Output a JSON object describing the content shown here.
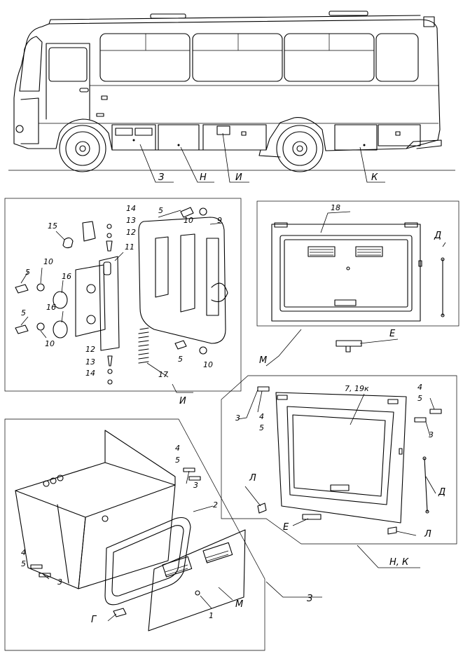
{
  "bus_callouts": {
    "z": "З",
    "n": "Н",
    "i": "И",
    "k": "К"
  },
  "panel_i_parts": {
    "p5a": "5",
    "p10a": "10",
    "p9": "9",
    "p14a": "14",
    "p13a": "13",
    "p12a": "12",
    "p11": "11",
    "p15": "15",
    "p10b": "10",
    "p5b": "5",
    "p16a": "16",
    "p16b": "16",
    "p5c": "5",
    "p10c": "10",
    "p12b": "12",
    "p13b": "13",
    "p14b": "14",
    "p17": "17",
    "p5d": "5",
    "p10d": "10",
    "title": "И"
  },
  "panel_m_parts": {
    "p18": "18",
    "d": "Д",
    "e": "Е",
    "title": "М"
  },
  "panel_nk_parts": {
    "p719": "7, 19к",
    "p3a": "3",
    "p4a": "4",
    "p5a": "5",
    "p4b": "4",
    "p5b": "5",
    "p3b": "3",
    "la": "Л",
    "lb": "Л",
    "d": "Д",
    "e": "Е",
    "title": "Н, К"
  },
  "panel_z_parts": {
    "p4a": "4",
    "p5a": "5",
    "p3a": "3",
    "p2": "2",
    "p4b": "4",
    "p5b": "5",
    "p3b": "3",
    "g": "Г",
    "p1": "1",
    "m": "М",
    "title": "З"
  }
}
